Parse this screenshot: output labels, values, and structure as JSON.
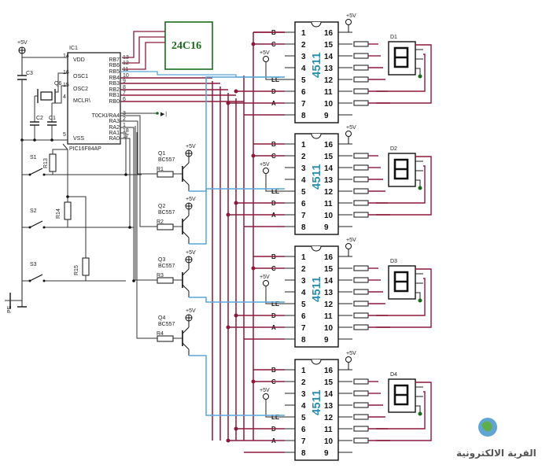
{
  "eeprom": {
    "label": "24C16"
  },
  "mcu": {
    "label": "IC1",
    "part": "PIC16F84AP",
    "left_pins": [
      "VDD",
      "OSC1",
      "OSC2",
      "MCLR\\",
      "VSS"
    ],
    "left_pin_numbers": [
      "14",
      "16",
      "15",
      "4",
      "5"
    ],
    "right_pins": [
      "RB7",
      "RB6",
      "RB5",
      "RB4",
      "RB3",
      "RB2",
      "RB1",
      "RB0",
      "T0CKI/RA4",
      "RA3",
      "RA2",
      "RA1",
      "RA0"
    ],
    "right_pin_numbers": [
      "13",
      "12",
      "11",
      "10",
      "9",
      "8",
      "7",
      "6",
      "3",
      "2",
      "1",
      "18",
      "17"
    ]
  },
  "power": {
    "vcc": "+5V",
    "ground": "PE"
  },
  "components": {
    "capacitors": [
      "C3",
      "C2",
      "C1"
    ],
    "crystal": "Q6",
    "switches": [
      "S1",
      "S2",
      "S3"
    ],
    "resistors_pullup": [
      "R13",
      "R14",
      "R15"
    ],
    "base_resistors": [
      "R1",
      "R2",
      "R3",
      "R4"
    ],
    "transistors": [
      {
        "ref": "Q1",
        "type": "BC557"
      },
      {
        "ref": "Q2",
        "type": "BC557"
      },
      {
        "ref": "Q3",
        "type": "BC557"
      },
      {
        "ref": "Q4",
        "type": "BC557"
      }
    ],
    "led_fragment": "▶∣"
  },
  "decoders": {
    "chip": "4511",
    "left_pins": [
      "1",
      "2",
      "3",
      "4",
      "5",
      "6",
      "7",
      "8"
    ],
    "right_pins": [
      "16",
      "15",
      "14",
      "13",
      "12",
      "11",
      "10",
      "9"
    ],
    "inputs": [
      "B",
      "C",
      "",
      "",
      "LE",
      "D",
      "A",
      ""
    ],
    "supply": "+5V"
  },
  "displays": [
    "D1",
    "D2",
    "D3",
    "D4"
  ],
  "watermark": {
    "text": "القرية الالكترونية"
  },
  "colors": {
    "wire": "#8b1a3a",
    "signal_wire": "#5aa6d6",
    "ink": "#111111",
    "eeprom_border": "#1a6a1a",
    "chip_text": "#2f8fb0"
  }
}
